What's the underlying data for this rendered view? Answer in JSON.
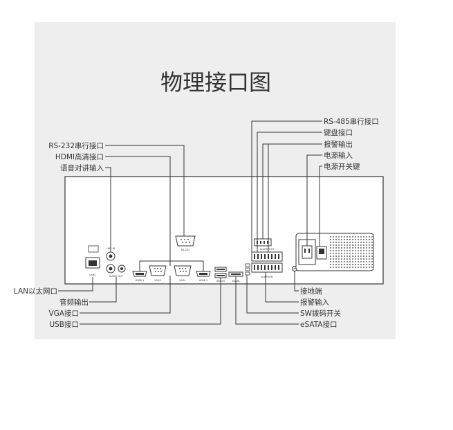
{
  "title": "物理接口图",
  "labels_left": {
    "rs232": "RS-232串行接口",
    "hdmi": "HDMI高清接口",
    "audio_in": "语音对讲输入",
    "lan": "LAN以太网口",
    "audio_out": "音频输出",
    "vga": "VGA接口",
    "usb": "USB接口"
  },
  "labels_right": {
    "rs485": "RS-485串行接口",
    "keyboard": "键盘接口",
    "alarm_out": "报警输出",
    "power_in": "电源输入",
    "power_switch": "电源开关键",
    "ground": "接地端",
    "alarm_in": "报警输入",
    "sw_dip": "SW拨码开关",
    "esata": "eSATA接口"
  },
  "panel_marks": {
    "lan": "LAN1",
    "line_in": "LINE IN",
    "audio_out": "AUDIO OUT",
    "hdmi1": "HDMI 1",
    "vga2": "VGA2",
    "vga1": "VGA1",
    "hdmi2": "HDMI 2",
    "usb": "USB3.0",
    "esata": "eSATA",
    "rs232": "RS-232",
    "alarm_out": "ALARM OUT",
    "alarm_in": "ALARM IN"
  },
  "colors": {
    "ink": "#333333",
    "panel_bg": "#eeeeee",
    "page_bg": "#ffffff"
  }
}
